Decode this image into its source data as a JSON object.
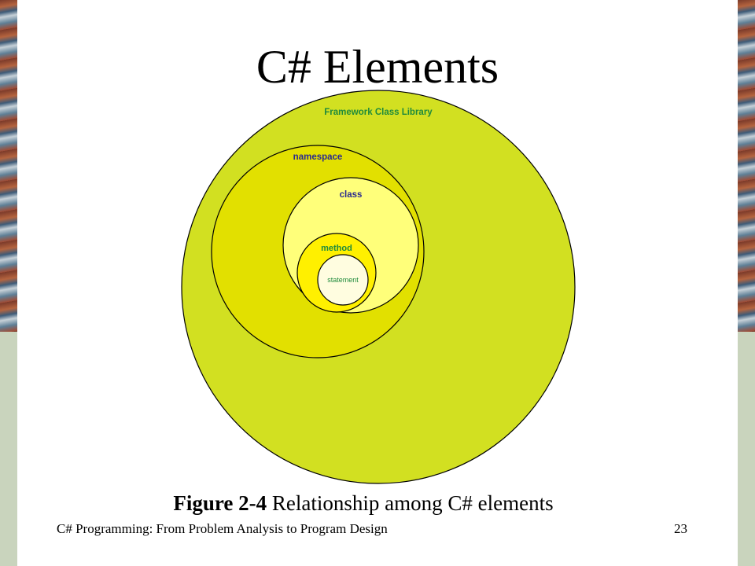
{
  "slide": {
    "title": "C# Elements",
    "caption": {
      "figure_label": "Figure 2-4",
      "text": "Relationship among C# elements"
    },
    "footer": {
      "course": "C# Programming: From Problem Analysis to Program Design",
      "page": "23"
    }
  },
  "diagram": {
    "circles": [
      {
        "label": "Framework Class Library",
        "fill": "#d2e021",
        "label_color": "#1f8a3c"
      },
      {
        "label": "namespace",
        "fill": "#e2e000",
        "label_color": "#2a2a8f"
      },
      {
        "label": "class",
        "fill": "#ffff7a",
        "label_color": "#2a2a8f"
      },
      {
        "label": "method",
        "fill": "#fff000",
        "label_color": "#1f8a3c"
      },
      {
        "label": "statement",
        "fill": "#fffde0",
        "label_color": "#1f8a3c"
      }
    ]
  }
}
